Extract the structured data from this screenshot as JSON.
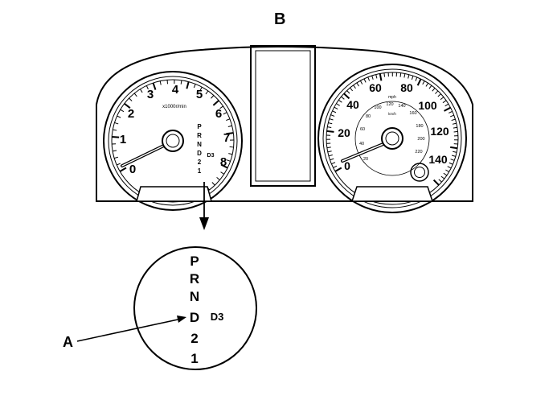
{
  "labels": {
    "top": "B",
    "left": "A"
  },
  "tachometer": {
    "numbers": [
      "0",
      "1",
      "2",
      "3",
      "4",
      "5",
      "6",
      "7",
      "8"
    ],
    "unit": "x1000r/min",
    "gear_letters": [
      "P",
      "R",
      "N",
      "D",
      "2",
      "1"
    ],
    "d3_label": "D3"
  },
  "speedometer": {
    "mph": [
      "0",
      "20",
      "40",
      "60",
      "80",
      "100",
      "120",
      "140"
    ],
    "kmh": [
      "20",
      "40",
      "60",
      "80",
      "100",
      "120",
      "140",
      "160",
      "180",
      "200",
      "220"
    ],
    "unit_mph": "mph",
    "unit_kmh": "km/h"
  },
  "zoom": {
    "gear_letters": [
      "P",
      "R",
      "N",
      "D",
      "2",
      "1"
    ],
    "d3_label": "D3"
  }
}
